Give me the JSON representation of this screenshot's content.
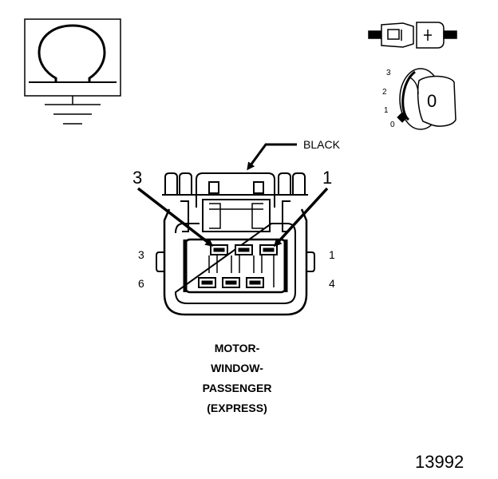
{
  "ohmmeter_symbol": {
    "icon": "omega-ohm-symbol-icon"
  },
  "connector_icon": {
    "icon": "connector-plug-icon"
  },
  "ignition_switch": {
    "icon": "ignition-key-icon",
    "positions": [
      "3",
      "2",
      "1",
      "0"
    ],
    "key_label": "0"
  },
  "connector": {
    "color_callout": "BLACK",
    "leader_labels": {
      "left": "3",
      "right": "1"
    },
    "cavity_labels": {
      "top_left": "3",
      "top_right": "1",
      "bottom_left": "6",
      "bottom_right": "4"
    }
  },
  "caption": {
    "line1": "MOTOR-",
    "line2": "WINDOW-",
    "line3": "PASSENGER",
    "line4": "(EXPRESS)"
  },
  "figure_number": "13992",
  "colors": {
    "line": "#000000",
    "background": "#ffffff"
  }
}
